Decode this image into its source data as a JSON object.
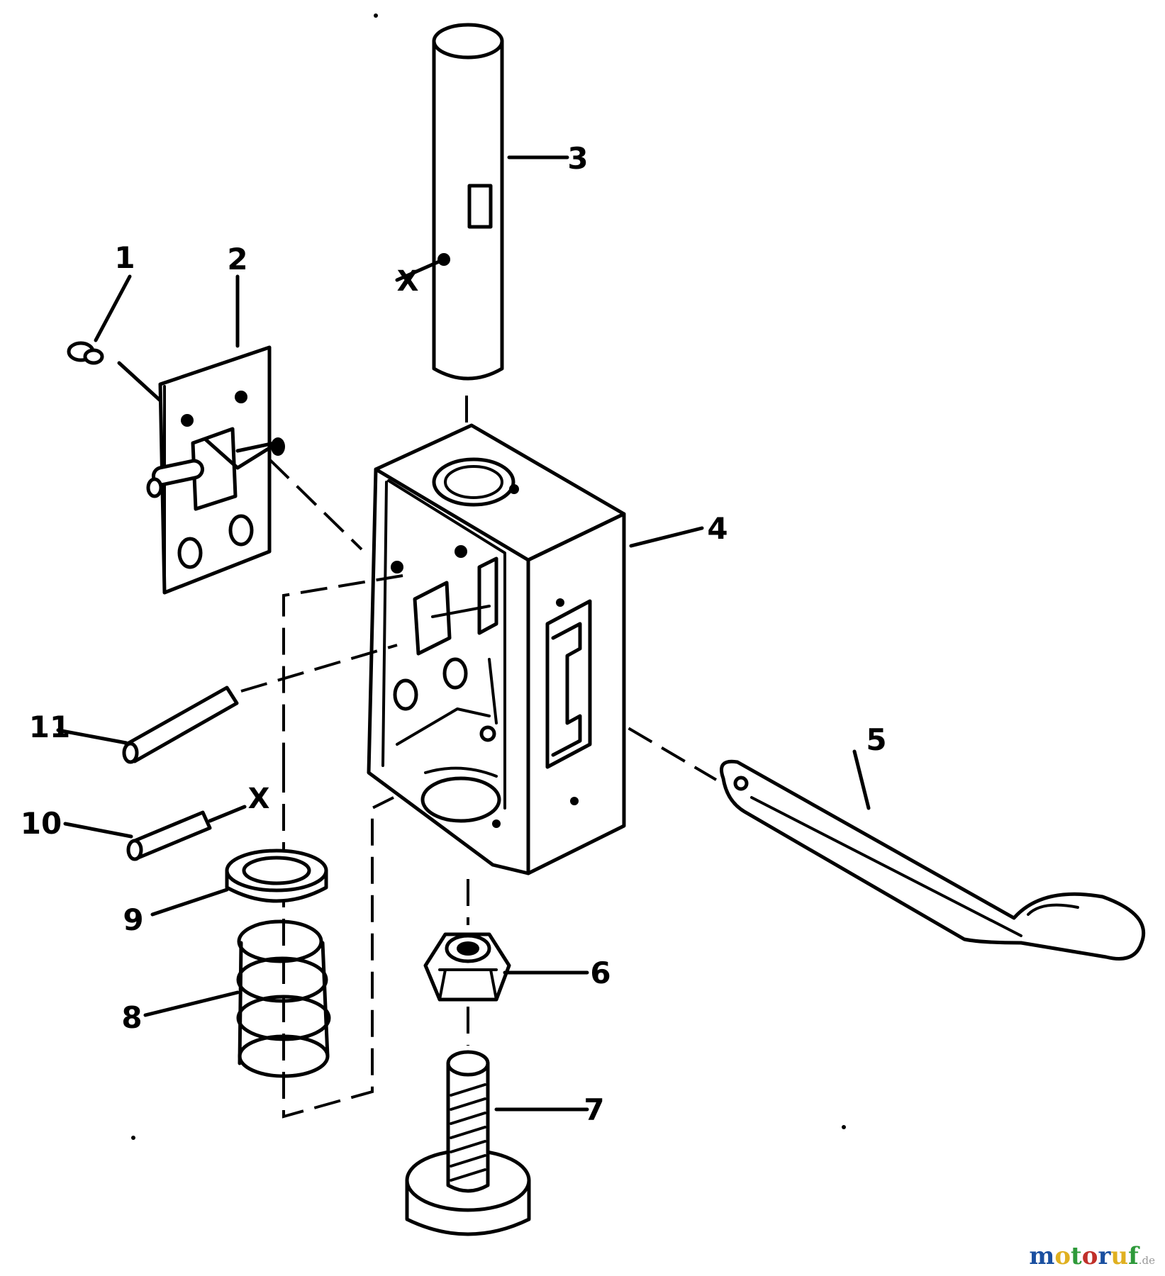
{
  "diagram": {
    "callouts": [
      {
        "id": "1",
        "label": "1"
      },
      {
        "id": "2",
        "label": "2"
      },
      {
        "id": "3",
        "label": "3"
      },
      {
        "id": "4",
        "label": "4"
      },
      {
        "id": "5",
        "label": "5"
      },
      {
        "id": "6",
        "label": "6"
      },
      {
        "id": "7",
        "label": "7"
      },
      {
        "id": "8",
        "label": "8"
      },
      {
        "id": "9",
        "label": "9"
      },
      {
        "id": "10",
        "label": "10"
      },
      {
        "id": "11",
        "label": "11"
      }
    ],
    "reference_marks": [
      {
        "id": "x-tube",
        "label": "X"
      },
      {
        "id": "x-pin",
        "label": "X"
      }
    ],
    "parts": [
      "rivet",
      "latch-plate",
      "tube",
      "housing-box",
      "handle-lever",
      "hex-nut",
      "bolt",
      "spring",
      "washer",
      "short-pin",
      "long-pin"
    ]
  },
  "watermark": {
    "text": "motoruf",
    "suffix": ".de",
    "colors": [
      "#1a4fa0",
      "#e0b020",
      "#2e9a3a",
      "#c0302a"
    ]
  }
}
